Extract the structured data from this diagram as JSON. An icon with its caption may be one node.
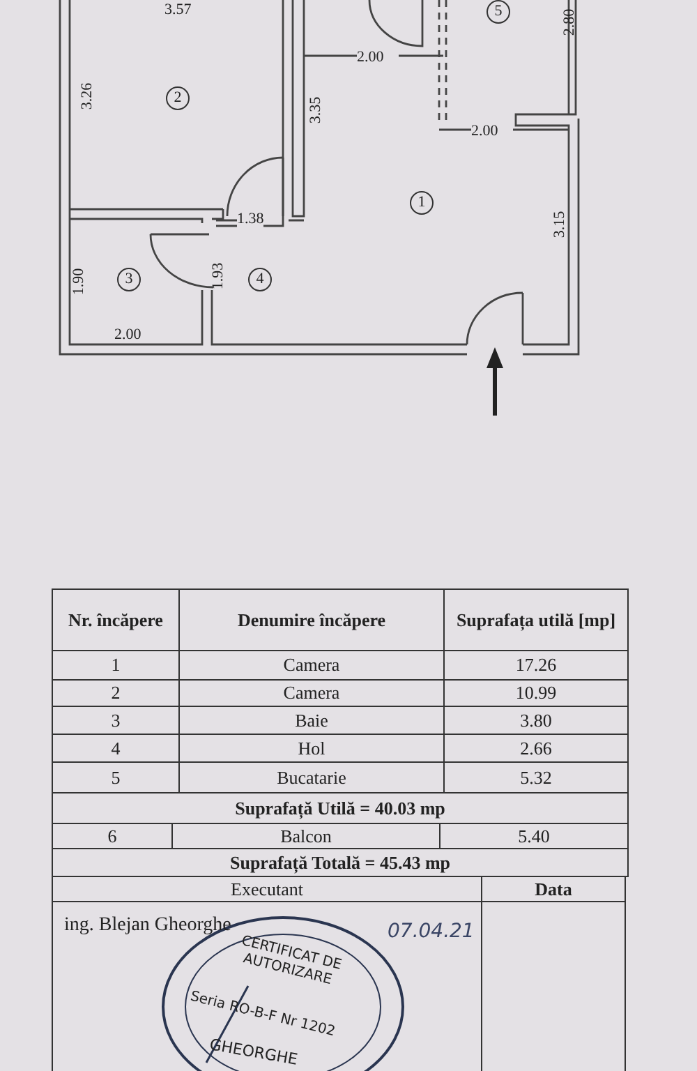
{
  "diagram": {
    "labels": [
      "3.57",
      "5",
      "2.00",
      "2.80",
      "3.26",
      "2",
      "3.35",
      "2.00",
      "1",
      "1.38",
      "3.15",
      "1.90",
      "3",
      "1.93",
      "4",
      "2.00",
      "Nr. încăpere",
      "Denumire încăpere",
      "Suprafața utilă [mp]",
      "1",
      "Camera",
      "17.26",
      "2",
      "Camera",
      "10.99",
      "3",
      "Baie",
      "3.80",
      "4",
      "Hol",
      "2.66",
      "5",
      "Bucatarie",
      "5.32",
      "Suprafață Utilă = 40.03 mp",
      "6",
      "Balcon",
      "5.40",
      "Suprafață Totală = 45.43 mp",
      "Executant",
      "Data",
      "ing. Blejan Gheorghe",
      "07.04.21",
      "CERTIFICAT DE AUTORIZARE",
      "Seria RO-B-F Nr 1202",
      "GHEORGHE"
    ]
  }
}
